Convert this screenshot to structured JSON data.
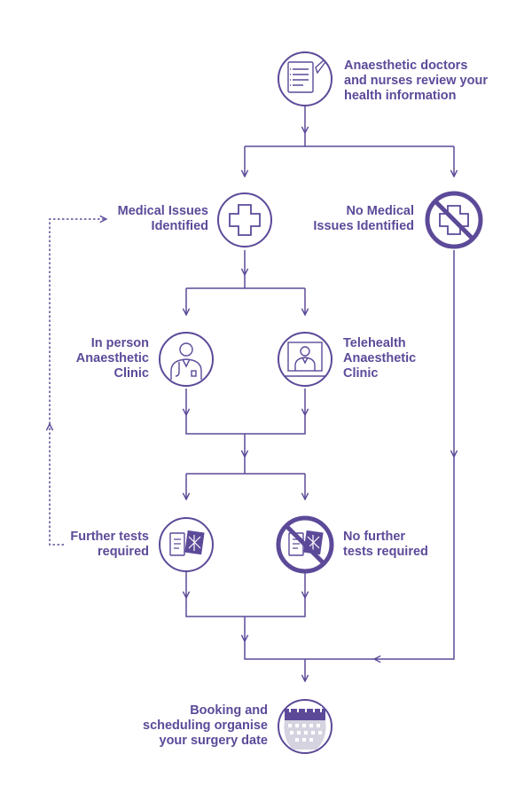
{
  "colors": {
    "primary": "#5c4a99",
    "node_fill": "#ffffff",
    "calendar_grey": "#d6d3e0"
  },
  "nodes": {
    "review": {
      "label": "Anaesthetic doctors\nand nurses review your\nhealth information",
      "icon": "clipboard-notes-icon"
    },
    "medical": {
      "label": "Medical Issues\nIdentified",
      "icon": "medical-cross-icon"
    },
    "no_medical": {
      "label": "No Medical\nIssues Identified",
      "icon": "no-medical-cross-icon"
    },
    "in_person": {
      "label": "In person\nAnaesthetic\nClinic",
      "icon": "doctor-icon"
    },
    "telehealth": {
      "label": "Telehealth\nAnaesthetic\nClinic",
      "icon": "telehealth-screen-icon"
    },
    "further_tests": {
      "label": "Further tests\nrequired",
      "icon": "tests-xray-icon"
    },
    "no_tests": {
      "label": "No further\ntests required",
      "icon": "no-tests-icon"
    },
    "booking": {
      "label": "Booking and\nscheduling organise\nyour surgery date",
      "icon": "calendar-icon"
    }
  }
}
